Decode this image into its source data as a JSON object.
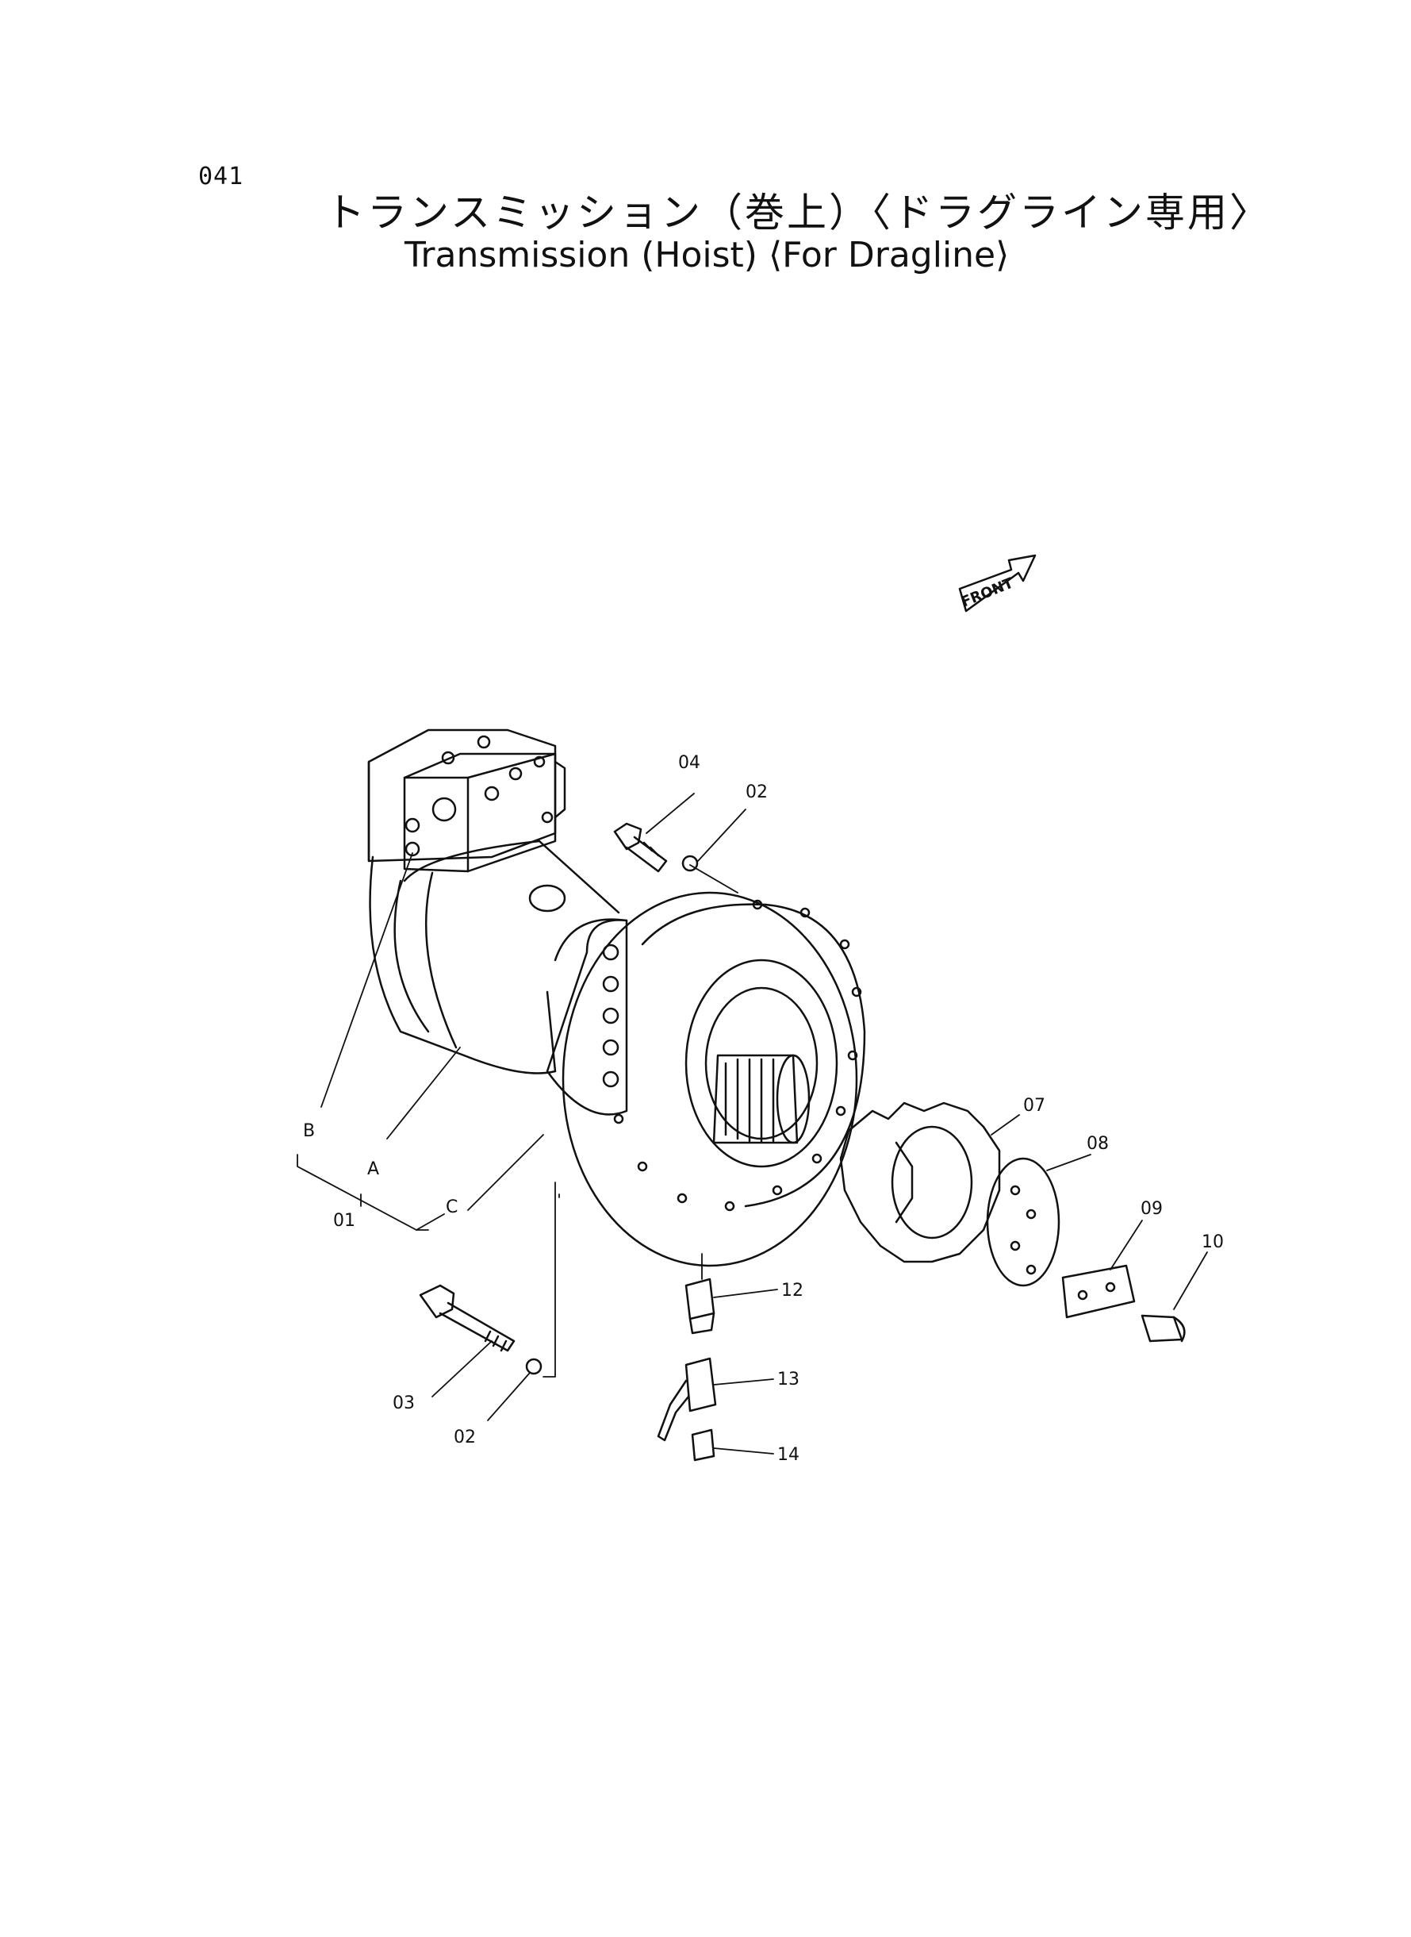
{
  "page_number": "041",
  "title_jp": "トランスミッション（巻上）〈ドラグライン専用〉",
  "title_en": "Transmission (Hoist) ⟨For Dragline⟩",
  "front_marker": "FRONT",
  "callouts": {
    "c01": "01",
    "c02a": "02",
    "c02b": "02",
    "c03": "03",
    "c04": "04",
    "c07": "07",
    "c08": "08",
    "c09": "09",
    "c10": "10",
    "c12": "12",
    "c13": "13",
    "c14": "14",
    "A": "A",
    "B": "B",
    "C": "C"
  }
}
